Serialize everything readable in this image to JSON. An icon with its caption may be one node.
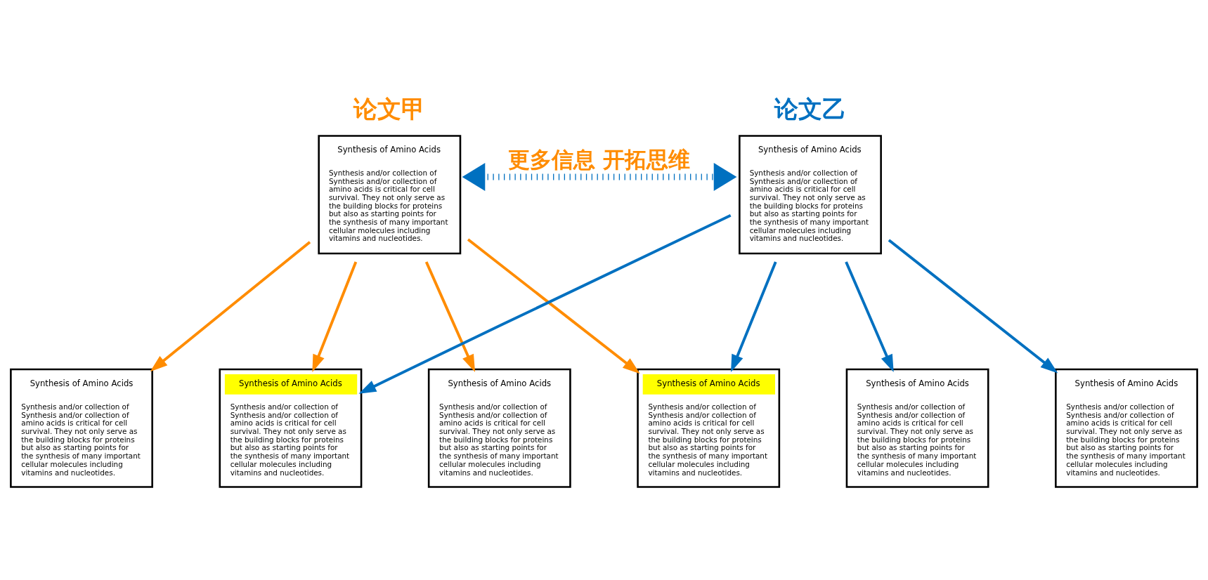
{
  "diagram": {
    "nodes": [
      {
        "text": [
          "论文甲",
          "Synthesis of Amino Acids",
          "Synthesis and/or collection of Synthesis and/or collection of amino acids is critical for cell survival. They not only serve as the building blocks for proteins but also as starting points for the synthesis of many important cellular molecules including vitamins and nucleotides."
        ]
      },
      {
        "text": [
          "论文乙",
          "Synthesis of Amino Acids",
          "Synthesis and/or collection of Synthesis and/or collection of amino acids is critical for cell survival. They not only serve as the building blocks for proteins but also as starting points for the synthesis of many important cellular molecules including vitamins and nucleotides."
        ]
      },
      {
        "text": [
          "Synthesis of Amino Acids",
          "Synthesis and/or collection of Synthesis and/or collection of amino acids is critical for cell survival. They not only serve as the building blocks for proteins but also as starting points for the synthesis of many important cellular molecules including vitamins and nucleotides."
        ]
      },
      {
        "text": [
          "Synthesis of Amino Acids",
          "Synthesis and/or collection of Synthesis and/or collection of amino acids is critical for cell survival. They not only serve as the building blocks for proteins but also as starting points for the synthesis of many important cellular molecules including vitamins and nucleotides."
        ]
      },
      {
        "text": [
          "Synthesis of Amino Acids",
          "Synthesis and/or collection of Synthesis and/or collection of amino acids is critical for cell survival. They not only serve as the building blocks for proteins but also as starting points for the synthesis of many important cellular molecules including vitamins and nucleotides."
        ]
      },
      {
        "text": [
          "Synthesis of Amino Acids",
          "Synthesis and/or collection of Synthesis and/or collection of amino acids is critical for cell survival. They not only serve as the building blocks for proteins but also as starting points for the synthesis of many important cellular molecules including vitamins and nucleotides."
        ]
      },
      {
        "text": [
          "Synthesis of Amino Acids",
          "Synthesis and/or collection of Synthesis and/or collection of amino acids is critical for cell survival. They not only serve as the building blocks for proteins but also as starting points for the synthesis of many important cellular molecules including vitamins and nucleotides."
        ]
      },
      {
        "text": [
          "Synthesis of Amino Acids",
          "Synthesis and/or collection of Synthesis and/or collection of amino acids is critical for cell survival. They not only serve as the building blocks for proteins but also as starting points for the synthesis of many important cellular molecules including vitamins and nucleotides."
        ]
      }
    ],
    "edges": [
      {
        "from": 0,
        "to": 1,
        "arrow": "both",
        "style": "dashed",
        "color": "#0070c0",
        "label": "更多信息 开拓思维"
      },
      {
        "from": 0,
        "to": 2,
        "arrow": "to",
        "color": "#ff8c00"
      },
      {
        "from": 0,
        "to": 3,
        "arrow": "to",
        "color": "#ff8c00"
      },
      {
        "from": 0,
        "to": 4,
        "arrow": "to",
        "color": "#ff8c00"
      },
      {
        "from": 0,
        "to": 5,
        "arrow": "to",
        "color": "#ff8c00"
      },
      {
        "from": 1,
        "to": 3,
        "arrow": "to",
        "color": "#0070c0"
      },
      {
        "from": 1,
        "to": 5,
        "arrow": "to",
        "color": "#0070c0"
      },
      {
        "from": 1,
        "to": 6,
        "arrow": "to",
        "color": "#0070c0"
      },
      {
        "from": 1,
        "to": 7,
        "arrow": "to",
        "color": "#0070c0"
      }
    ]
  }
}
